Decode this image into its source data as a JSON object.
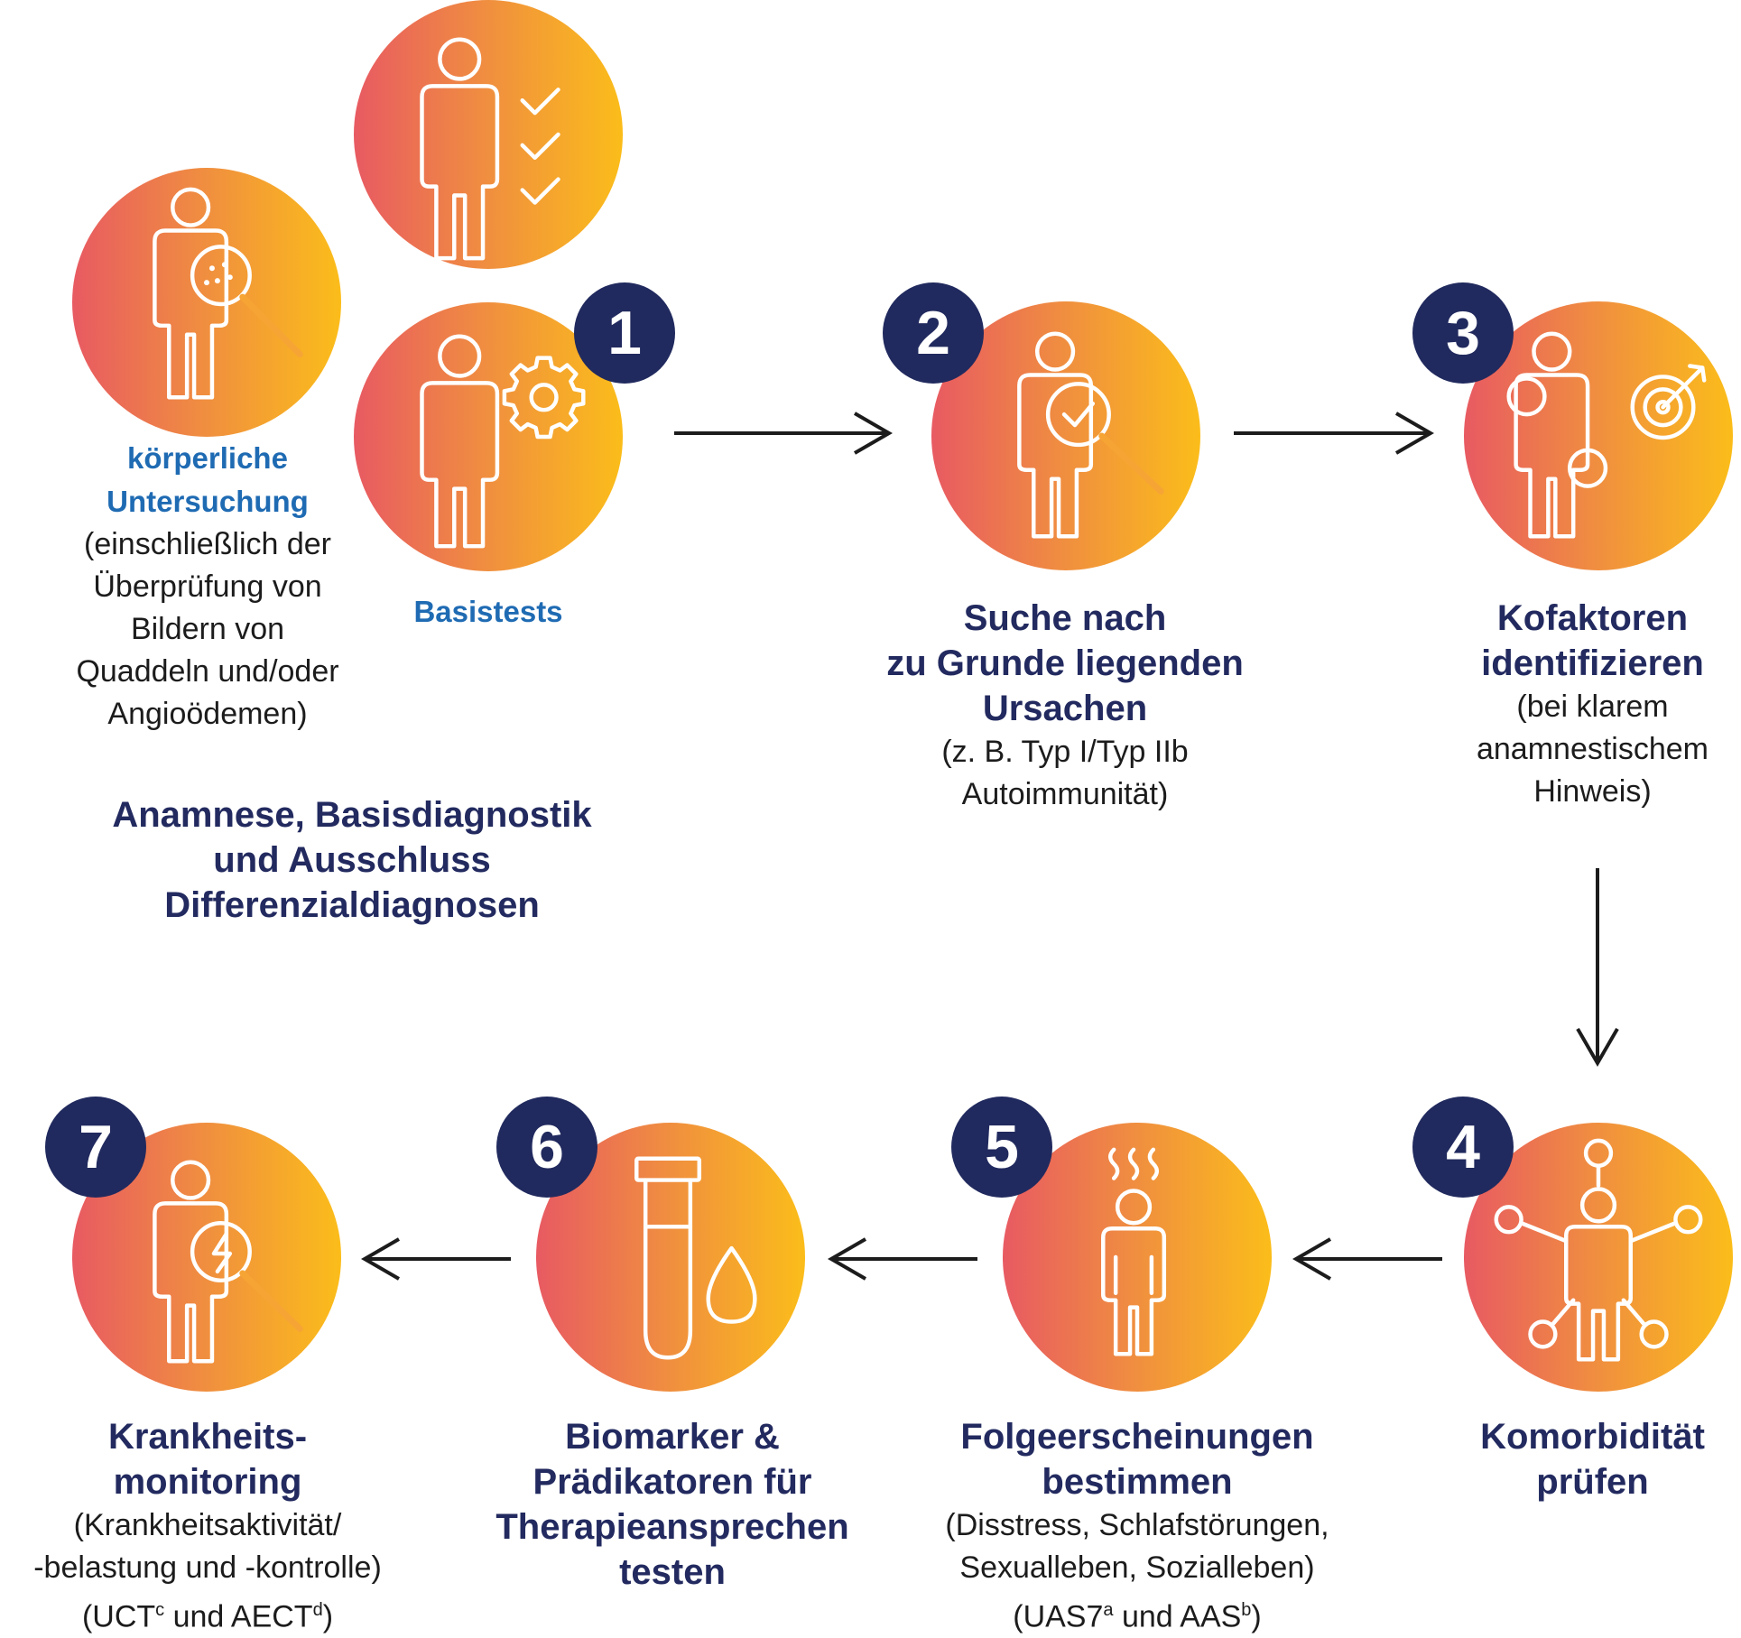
{
  "colors": {
    "navy": "#212a5e",
    "blue_label": "#1f6bb3",
    "gradient_start": "#e85a62",
    "gradient_end": "#fbbd1a"
  },
  "group1": {
    "physical_exam": {
      "icon": "person-magnifier-icon",
      "title": "körperliche Untersuchung",
      "title_lines": [
        "körperliche",
        "Untersuchung"
      ],
      "detail_lines": [
        "(einschließlich der",
        "Überprüfung von",
        "Bildern von",
        "Quaddeln und/oder",
        "Angioödemen)"
      ]
    },
    "checklist": {
      "icon": "person-checklist-icon"
    },
    "basic_tests": {
      "badge": "1",
      "icon": "person-gear-icon",
      "title": "Basistests"
    },
    "caption_lines": [
      "Anamnese, Basisdiagnostik",
      "und Ausschluss",
      "Differenzialdiagnosen"
    ]
  },
  "steps": [
    {
      "badge": "2",
      "icon": "person-search-check-icon",
      "title_lines": [
        "Suche nach",
        "zu Grunde liegenden",
        "Ursachen"
      ],
      "detail_lines": [
        "(z. B. Typ I/Typ IIb",
        "Autoimmunität)"
      ]
    },
    {
      "badge": "3",
      "icon": "person-target-icon",
      "title_lines": [
        "Kofaktoren",
        "identifizieren"
      ],
      "detail_lines": [
        "(bei klarem",
        "anamnestischem",
        "Hinweis)"
      ]
    },
    {
      "badge": "4",
      "icon": "person-network-icon",
      "title_lines": [
        "Komorbidität",
        "prüfen"
      ],
      "detail_lines": []
    },
    {
      "badge": "5",
      "icon": "person-heat-icon",
      "title_lines": [
        "Folgeerscheinungen",
        "bestimmen"
      ],
      "detail_lines": [
        "(Disstress, Schlafstörungen,",
        "Sexualleben, Sozialleben)"
      ],
      "score_line": {
        "a": "(UAS7",
        "a_sup": "a",
        "b": " und AAS",
        "b_sup": "b",
        "c": ")"
      }
    },
    {
      "badge": "6",
      "icon": "test-tube-drop-icon",
      "title_lines": [
        "Biomarker &",
        "Prädikatoren für",
        "Therapieansprechen",
        "testen"
      ],
      "detail_lines": []
    },
    {
      "badge": "7",
      "icon": "person-monitoring-icon",
      "title_lines": [
        "Krankheits-",
        "monitoring"
      ],
      "detail_lines": [
        "(Krankheitsaktivität/",
        "-belastung und -kontrolle)"
      ],
      "score_line": {
        "a": "(UCT",
        "a_sup": "c",
        "b": " und AECT",
        "b_sup": "d",
        "c": ")"
      }
    }
  ]
}
